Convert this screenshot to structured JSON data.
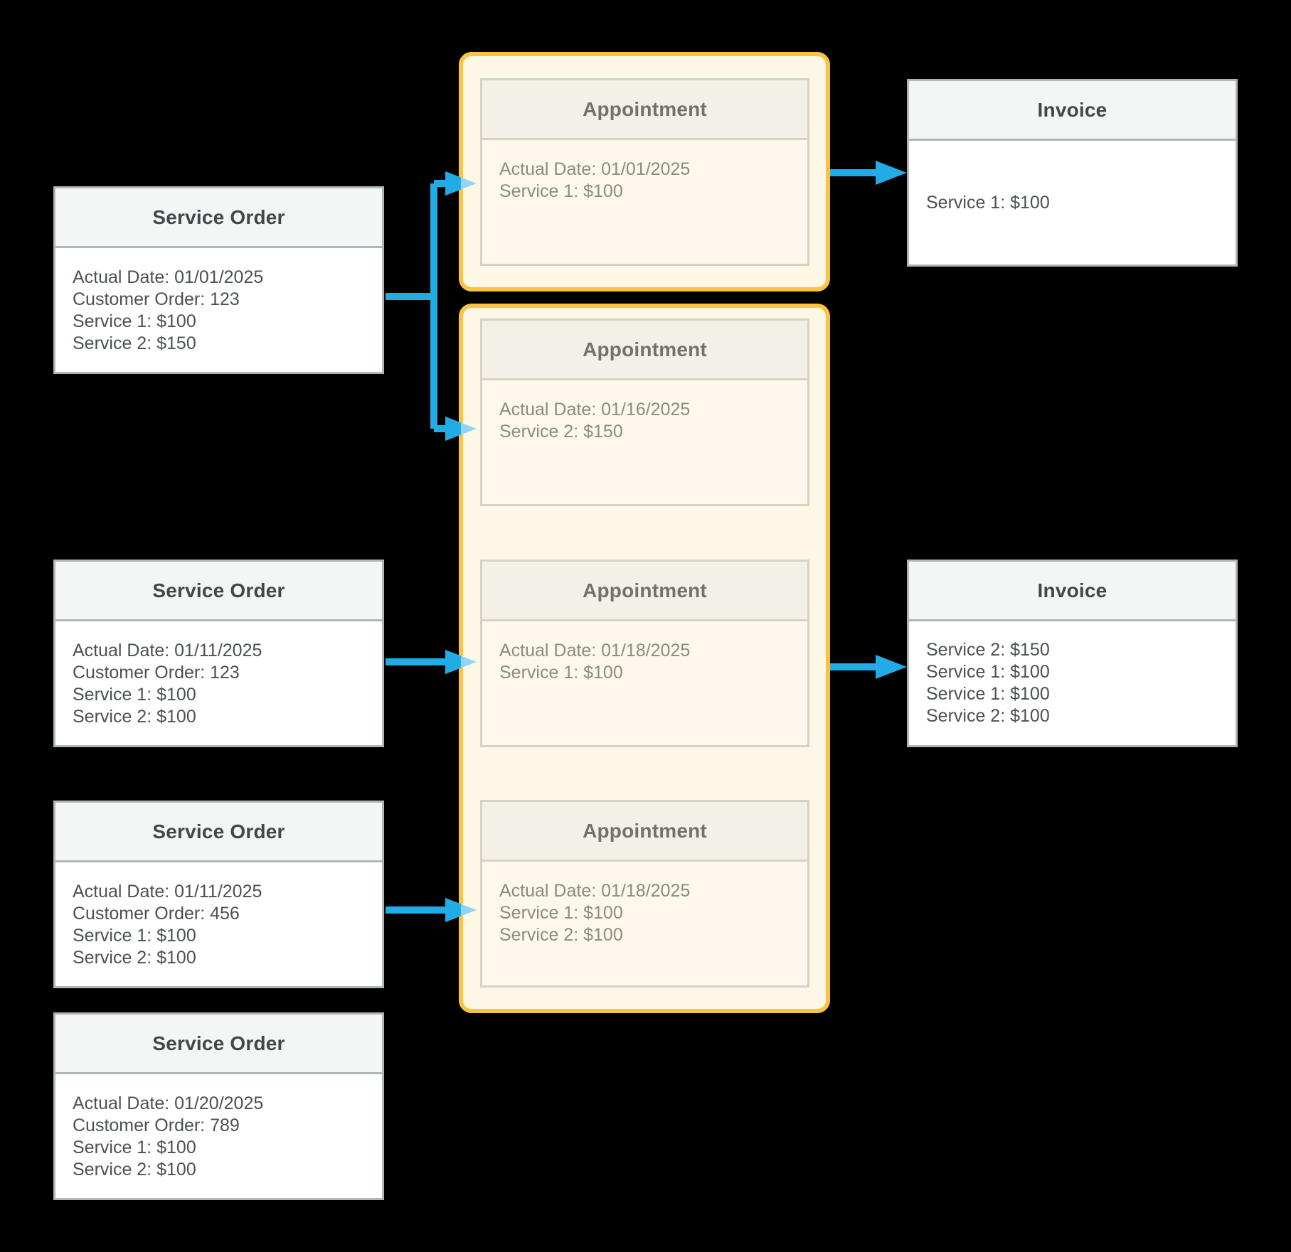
{
  "colors": {
    "bg": "#000000",
    "arrow": "#21ace5",
    "arrow-light": "#8fd6f2",
    "box-border": "#aeb6b9",
    "box-header-fill": "#f4f5f5",
    "box-body-fill": "#ffffff",
    "box-title-color": "#41474b",
    "box-text-color": "#4a5053",
    "appt-border": "#d6d2c6",
    "appt-header-fill": "#f3f0e7",
    "appt-body-fill": "#fdf8eb",
    "appt-title-color": "#74716a",
    "appt-text-color": "#8d8a81",
    "container-border": "#fbc440",
    "container-fill": "#fdf7e6"
  },
  "service_orders": [
    {
      "title": "Service Order",
      "lines": [
        "Actual Date: 01/01/2025",
        "Customer Order: 123",
        "Service 1: $100",
        "Service 2: $150"
      ]
    },
    {
      "title": "Service Order",
      "lines": [
        "Actual Date: 01/11/2025",
        "Customer Order: 123",
        "Service 1: $100",
        "Service 2: $100"
      ]
    },
    {
      "title": "Service Order",
      "lines": [
        "Actual Date: 01/11/2025",
        "Customer Order: 456",
        "Service 1: $100",
        "Service 2: $100"
      ]
    },
    {
      "title": "Service Order",
      "lines": [
        "Actual Date: 01/20/2025",
        "Customer Order: 789",
        "Service 1: $100",
        "Service 2: $100"
      ]
    }
  ],
  "appointments": [
    {
      "title": "Appointment",
      "lines": [
        "Actual Date: 01/01/2025",
        "Service 1: $100"
      ]
    },
    {
      "title": "Appointment",
      "lines": [
        "Actual Date: 01/16/2025",
        "Service 2: $150"
      ]
    },
    {
      "title": "Appointment",
      "lines": [
        "Actual Date: 01/18/2025",
        "Service 1: $100"
      ]
    },
    {
      "title": "Appointment",
      "lines": [
        "Actual Date: 01/18/2025",
        "Service 1: $100",
        "Service 2: $100"
      ]
    }
  ],
  "invoices": [
    {
      "title": "Invoice",
      "lines": [
        "Service 1: $100"
      ]
    },
    {
      "title": "Invoice",
      "lines": [
        "Service 2: $150",
        "Service 1: $100",
        "Service 1: $100",
        "Service 2: $100"
      ]
    }
  ]
}
